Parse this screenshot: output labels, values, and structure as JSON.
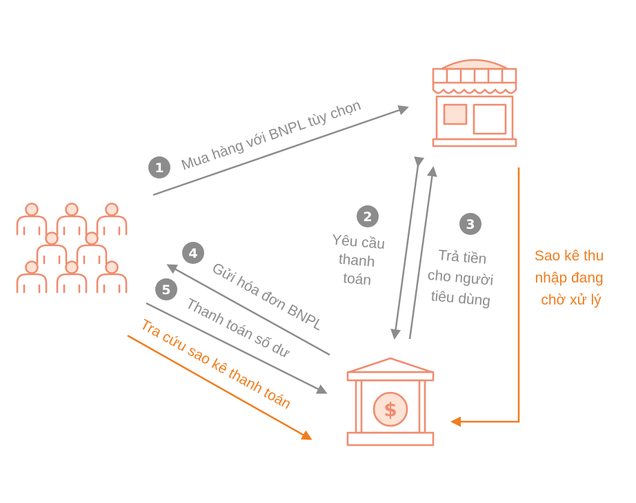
{
  "steps": [
    {
      "number": "1",
      "label": "Mua hàng với BNPL tùy chọn"
    },
    {
      "number": "2",
      "label_lines": [
        "Yêu cầu",
        "thanh",
        "toán"
      ]
    },
    {
      "number": "3",
      "label_lines": [
        "Trả tiền",
        "cho người",
        "tiêu dùng"
      ]
    },
    {
      "number": "4",
      "label": "Gửi hóa đơn BNPL"
    },
    {
      "number": "5",
      "label": "Thanh toán số dư"
    }
  ],
  "orange_flows": {
    "statement_lookup": "Tra cứu sao kê thanh toán",
    "pending_income_lines": [
      "Sao kê thu",
      "nhập đang",
      "chờ xử lý"
    ]
  },
  "icons": [
    "consumers-group-icon",
    "store-icon",
    "bank-icon"
  ],
  "colors": {
    "gray": "#8c8c8c",
    "orange": "#f07d1e",
    "icon": "#f08c6e",
    "icon_fill": "#fde3d6"
  }
}
